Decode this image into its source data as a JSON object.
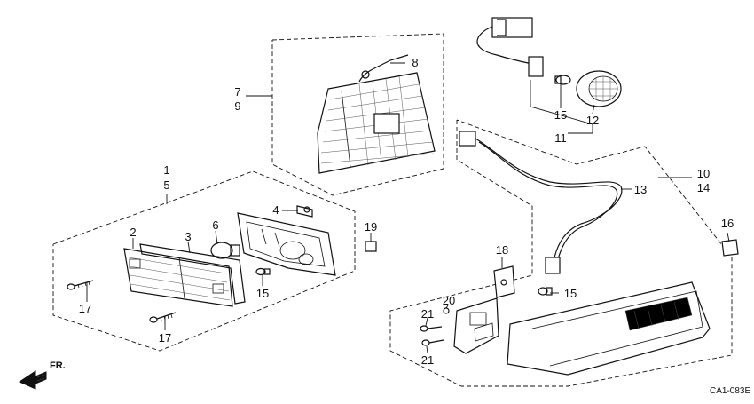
{
  "callouts": {
    "c1": "1",
    "c5": "5",
    "c2": "2",
    "c3": "3",
    "c6": "6",
    "c4": "4",
    "c19": "19",
    "c17a": "17",
    "c17b": "17",
    "c15a": "15",
    "c7": "7",
    "c9": "9",
    "c8": "8",
    "c15b": "15",
    "c12": "12",
    "c11": "11",
    "c10": "10",
    "c14": "14",
    "c13": "13",
    "c16": "16",
    "c18": "18",
    "c20": "20",
    "c21a": "21",
    "c21b": "21",
    "c15c": "15"
  },
  "front_arrow_label": "FR.",
  "diagram_code": "CA1-083E"
}
